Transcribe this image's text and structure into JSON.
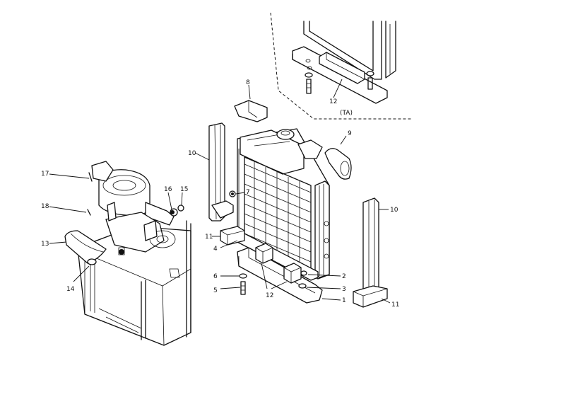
{
  "callouts": {
    "c1": "1",
    "c2": "2",
    "c3": "3",
    "c4": "4",
    "c5": "5",
    "c6": "6",
    "c7": "7",
    "c8": "8",
    "c9": "9",
    "c10a": "10",
    "c10b": "10",
    "c11a": "11",
    "c11b": "11",
    "c12a": "12",
    "c12b": "12",
    "c13": "13",
    "c14": "14",
    "c15": "15",
    "c16": "16",
    "c17": "17",
    "c18": "18"
  },
  "inset": {
    "label": "(TA)"
  }
}
